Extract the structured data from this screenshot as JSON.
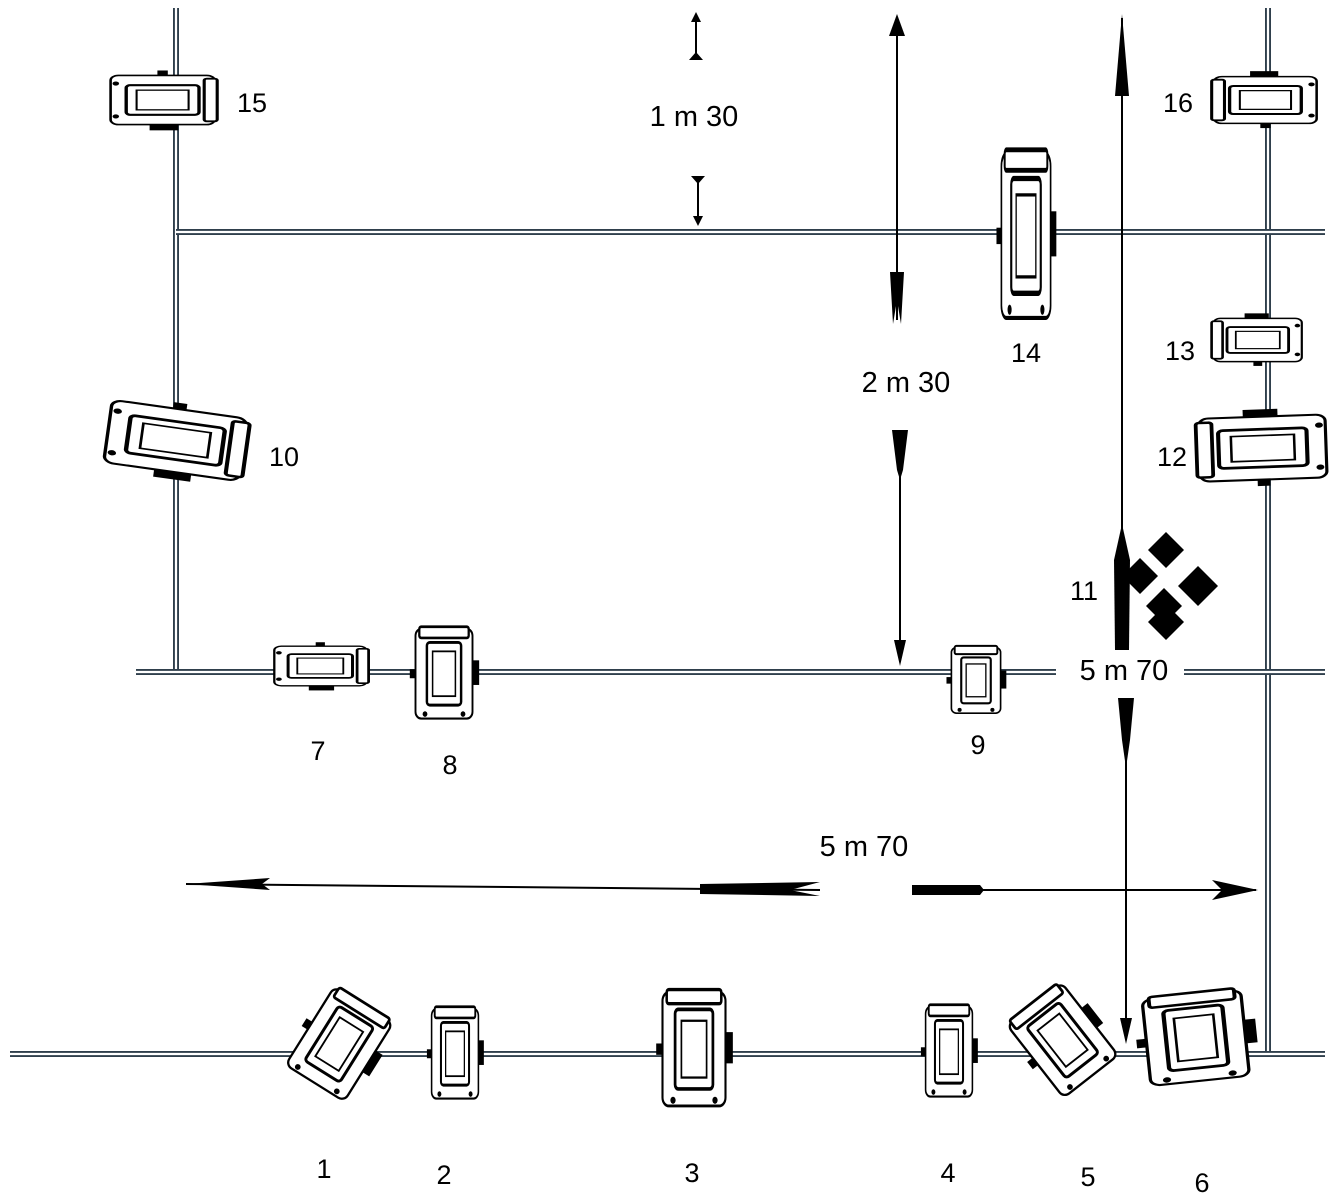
{
  "labels": {
    "l1": "1",
    "l2": "2",
    "l3": "3",
    "l4": "4",
    "l5": "5",
    "l6": "6",
    "l7": "7",
    "l8": "8",
    "l9": "9",
    "l10": "10",
    "l11": "11",
    "l12": "12",
    "l13": "13",
    "l14": "14",
    "l15": "15",
    "l16": "16"
  },
  "dimensions": {
    "top_gap": "1 m 30",
    "middle_gap": "2 m 30",
    "horizontal_span": "5 m 70",
    "vertical_span": "5 m 70"
  },
  "colors": {
    "rail": "#2f3f4c",
    "rail_core": "#ffffff",
    "ink": "#000000"
  }
}
